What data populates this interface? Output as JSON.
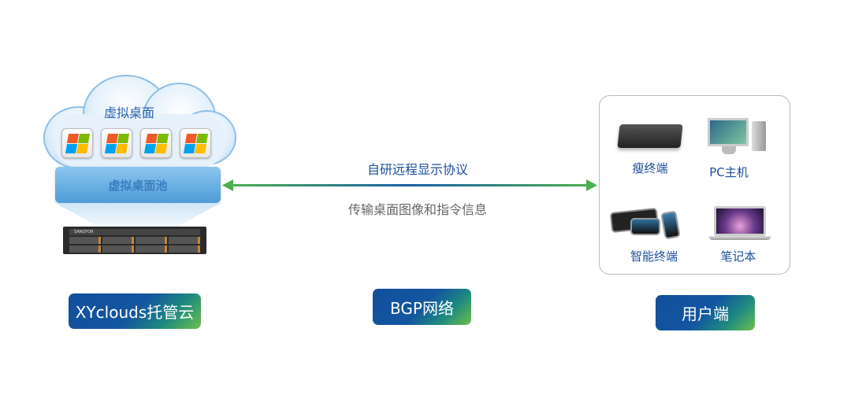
{
  "left": {
    "cloud_title": "虚拟桌面",
    "desktop_icon_count": 4,
    "pool_label": "虚拟桌面池",
    "server_brand": "SANGFOR",
    "footer_label": "XYclouds托管云"
  },
  "middle": {
    "protocol_text": "自研远程显示协议",
    "transfer_text": "传输桌面图像和指令信息",
    "footer_label": "BGP网络"
  },
  "right": {
    "devices": [
      {
        "label": "瘦终端",
        "icon": "thin-client-icon"
      },
      {
        "label": "PC主机",
        "icon": "desktop-pc-icon"
      },
      {
        "label": "智能终端",
        "icon": "smart-devices-icon"
      },
      {
        "label": "笔记本",
        "icon": "laptop-icon"
      }
    ],
    "footer_label": "用户端"
  },
  "colors": {
    "blue": "#1d4f9a",
    "green": "#4caf50",
    "gray_text": "#666666"
  }
}
